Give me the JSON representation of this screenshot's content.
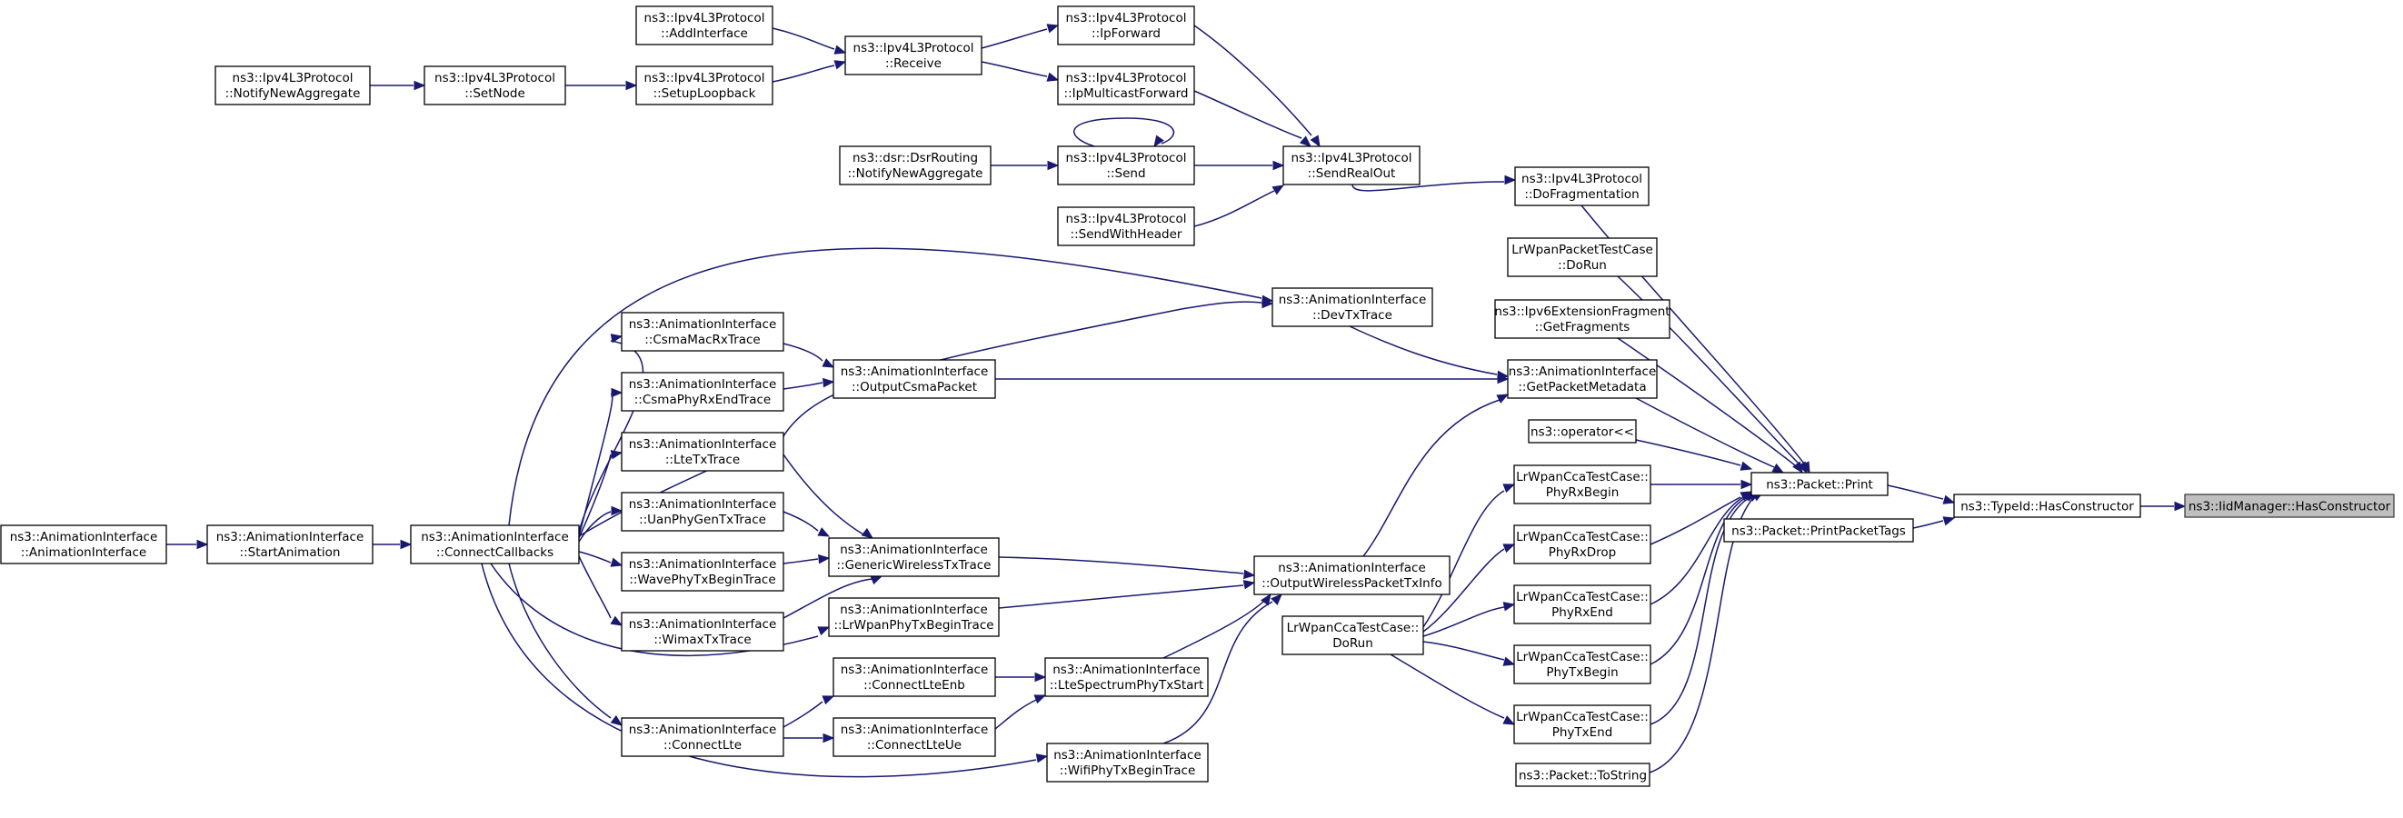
{
  "nodes": {
    "n1": {
      "line1": "ns3::IidManager::HasConstructor",
      "line2": ""
    },
    "n2": {
      "line1": "ns3::TypeId::HasConstructor",
      "line2": ""
    },
    "n3": {
      "line1": "ns3::Packet::Print",
      "line2": ""
    },
    "n4": {
      "line1": "ns3::Packet::PrintPacketTags",
      "line2": ""
    },
    "n5": {
      "line1": "ns3::Ipv4L3Protocol",
      "line2": "::DoFragmentation"
    },
    "n6": {
      "line1": "LrWpanPacketTestCase",
      "line2": "::DoRun"
    },
    "n7": {
      "line1": "ns3::Ipv6ExtensionFragment",
      "line2": "::GetFragments"
    },
    "n8": {
      "line1": "ns3::AnimationInterface",
      "line2": "::GetPacketMetadata"
    },
    "n9": {
      "line1": "ns3::operator<<",
      "line2": ""
    },
    "n10": {
      "line1": "LrWpanCcaTestCase::",
      "line2": "PhyRxBegin"
    },
    "n11": {
      "line1": "LrWpanCcaTestCase::",
      "line2": "PhyRxDrop"
    },
    "n12": {
      "line1": "LrWpanCcaTestCase::",
      "line2": "PhyRxEnd"
    },
    "n13": {
      "line1": "LrWpanCcaTestCase::",
      "line2": "PhyTxBegin"
    },
    "n14": {
      "line1": "LrWpanCcaTestCase::",
      "line2": "PhyTxEnd"
    },
    "n15": {
      "line1": "ns3::Packet::ToString",
      "line2": ""
    },
    "n16": {
      "line1": "ns3::Ipv4L3Protocol",
      "line2": "::SendRealOut"
    },
    "n17": {
      "line1": "ns3::Ipv4L3Protocol",
      "line2": "::IpForward"
    },
    "n18": {
      "line1": "ns3::Ipv4L3Protocol",
      "line2": "::IpMulticastForward"
    },
    "n19": {
      "line1": "ns3::Ipv4L3Protocol",
      "line2": "::Send"
    },
    "n20": {
      "line1": "ns3::Ipv4L3Protocol",
      "line2": "::SendWithHeader"
    },
    "n21": {
      "line1": "ns3::Ipv4L3Protocol",
      "line2": "::Receive"
    },
    "n22": {
      "line1": "ns3::Ipv4L3Protocol",
      "line2": "::AddInterface"
    },
    "n23": {
      "line1": "ns3::Ipv4L3Protocol",
      "line2": "::SetupLoopback"
    },
    "n24": {
      "line1": "ns3::Ipv4L3Protocol",
      "line2": "::SetNode"
    },
    "n25": {
      "line1": "ns3::Ipv4L3Protocol",
      "line2": "::NotifyNewAggregate"
    },
    "n26": {
      "line1": "ns3::dsr::DsrRouting",
      "line2": "::NotifyNewAggregate"
    },
    "n27": {
      "line1": "ns3::AnimationInterface",
      "line2": "::DevTxTrace"
    },
    "n28": {
      "line1": "ns3::AnimationInterface",
      "line2": "::OutputCsmaPacket"
    },
    "n29": {
      "line1": "ns3::AnimationInterface",
      "line2": "::OutputWirelessPacketTxInfo"
    },
    "n30": {
      "line1": "LrWpanCcaTestCase::",
      "line2": "DoRun"
    },
    "n31": {
      "line1": "ns3::AnimationInterface",
      "line2": "::CsmaMacRxTrace"
    },
    "n32": {
      "line1": "ns3::AnimationInterface",
      "line2": "::CsmaPhyRxEndTrace"
    },
    "n33": {
      "line1": "ns3::AnimationInterface",
      "line2": "::GenericWirelessTxTrace"
    },
    "n34": {
      "line1": "ns3::AnimationInterface",
      "line2": "::LrWpanPhyTxBeginTrace"
    },
    "n35": {
      "line1": "ns3::AnimationInterface",
      "line2": "::LteSpectrumPhyTxStart"
    },
    "n36": {
      "line1": "ns3::AnimationInterface",
      "line2": "::WifiPhyTxBeginTrace"
    },
    "n37": {
      "line1": "ns3::AnimationInterface",
      "line2": "::ConnectLteEnb"
    },
    "n38": {
      "line1": "ns3::AnimationInterface",
      "line2": "::ConnectLteUe"
    },
    "n39": {
      "line1": "ns3::AnimationInterface",
      "line2": "::LteTxTrace"
    },
    "n40": {
      "line1": "ns3::AnimationInterface",
      "line2": "::UanPhyGenTxTrace"
    },
    "n41": {
      "line1": "ns3::AnimationInterface",
      "line2": "::WavePhyTxBeginTrace"
    },
    "n42": {
      "line1": "ns3::AnimationInterface",
      "line2": "::WimaxTxTrace"
    },
    "n43": {
      "line1": "ns3::AnimationInterface",
      "line2": "::ConnectLte"
    },
    "n44": {
      "line1": "ns3::AnimationInterface",
      "line2": "::ConnectCallbacks"
    },
    "n45": {
      "line1": "ns3::AnimationInterface",
      "line2": "::StartAnimation"
    },
    "n46": {
      "line1": "ns3::AnimationInterface",
      "line2": "::AnimationInterface"
    }
  },
  "colors": {
    "edge": "#191970",
    "node_border": "#000000",
    "node_fill": "#ffffff",
    "highlight_fill": "#bfbfbf",
    "highlight_border": "#404040"
  }
}
